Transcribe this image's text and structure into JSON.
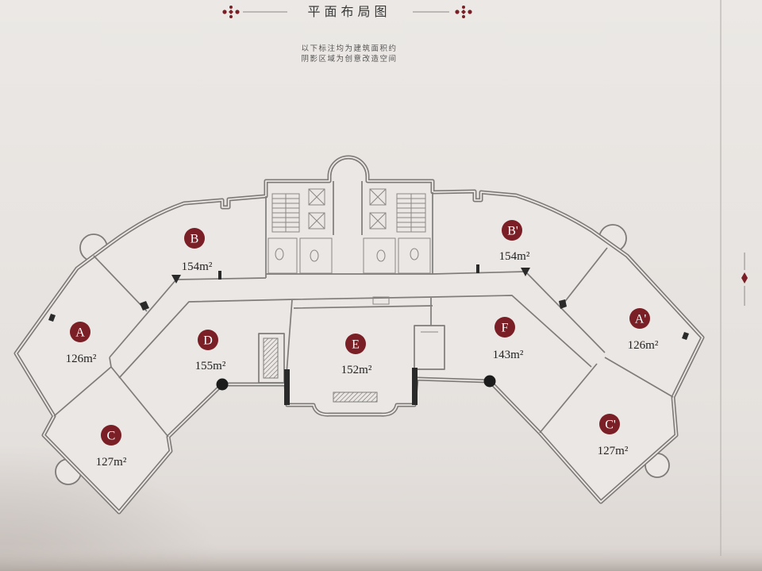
{
  "header": {
    "title": "平面布局图",
    "notes": [
      "以下标注均为建筑面积约",
      "阴影区域为创意改造空间"
    ]
  },
  "units": [
    {
      "label": "A",
      "area": "126m²"
    },
    {
      "label": "B",
      "area": "154m²"
    },
    {
      "label": "B'",
      "area": "154m²"
    },
    {
      "label": "A'",
      "area": "126m²"
    },
    {
      "label": "C",
      "area": "127m²"
    },
    {
      "label": "C'",
      "area": "127m²"
    },
    {
      "label": "D",
      "area": "155m²"
    },
    {
      "label": "E",
      "area": "152m²"
    },
    {
      "label": "F",
      "area": "143m²"
    }
  ],
  "colors": {
    "unit_marker": "#7a1f25",
    "ornament": "#7a1f25",
    "wall": "#7d7a78",
    "paper": "#e6e3e0"
  },
  "icons": {
    "title_ornament": "floral-ornament-icon",
    "side_ornament": "diamond-ornament-icon"
  }
}
